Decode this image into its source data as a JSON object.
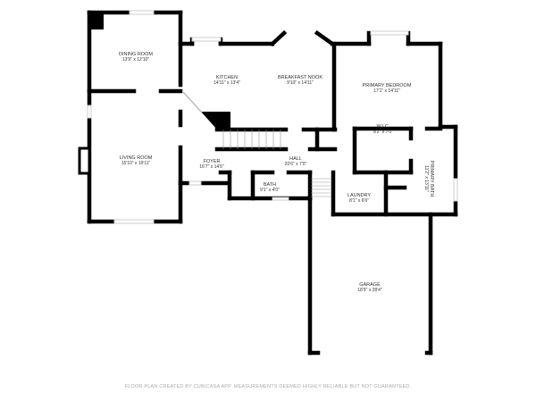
{
  "rooms": [
    {
      "name": "DINING ROOM",
      "size": "13'9\" x 12'10\""
    },
    {
      "name": "KITCHEN",
      "size": "14'11\" x 13'4\""
    },
    {
      "name": "BREAKFAST NOOK",
      "size": "9'10\" x 14'11\""
    },
    {
      "name": "PRIMARY BEDROOM",
      "size": "17'1\" x 14'11\""
    },
    {
      "name": "LIVING ROOM",
      "size": "15'10\" x 19'11\""
    },
    {
      "name": "FOYER",
      "size": "16'7\" x 14'6\""
    },
    {
      "name": "HALL",
      "size": "20'6\" x 7'0\""
    },
    {
      "name": "W.I.C.",
      "size": "8'2\" x 7'0\""
    },
    {
      "name": "PRIMARY BATH",
      "size": "11'2\" x 13'11\""
    },
    {
      "name": "BATH",
      "size": "9'1\" x 4'0\""
    },
    {
      "name": "LAUNDRY",
      "size": "8'1\" x 6'6\""
    },
    {
      "name": "GARAGE",
      "size": "18'9\" x 28'4\""
    }
  ],
  "footer": "FLOOR PLAN CREATED BY CUBICASA APP. MEASUREMENTS DEEMED HIGHLY RELIABLE BUT NOT GUARANTEED.",
  "colors": {
    "wall": "#000000",
    "window": "#cccccc",
    "label": "#333333"
  }
}
